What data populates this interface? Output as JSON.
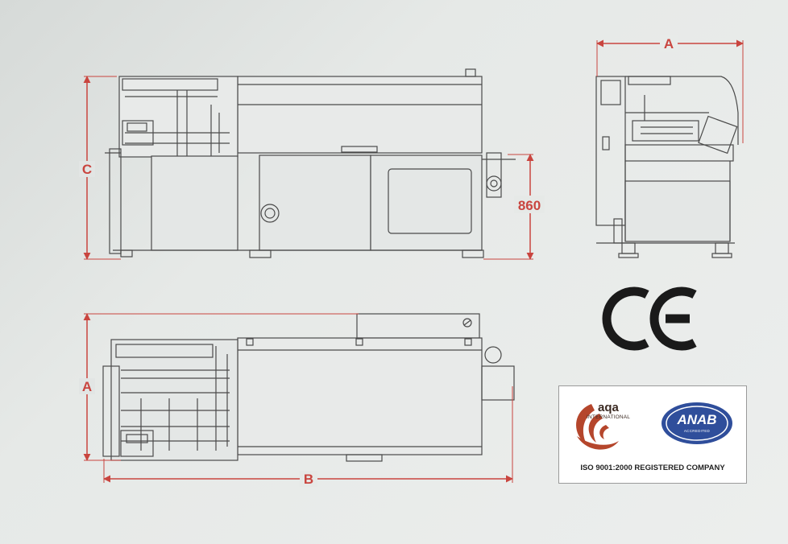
{
  "dimensions": {
    "front_height_label": "C",
    "front_side_height_value": "860",
    "side_width_label": "A",
    "top_width_label": "A",
    "top_length_label": "B"
  },
  "certification": {
    "aqa_name": "aqa",
    "aqa_sub": "INTERNATIONAL",
    "anab_name": "ANAB",
    "anab_sub": "ACCREDITED",
    "caption": "ISO 9001:2000 REGISTERED COMPANY"
  },
  "colors": {
    "dimension": "#c9453f",
    "line": "#4a4a4a",
    "aqa_brand": "#b5462c",
    "anab_brand": "#2f4e9b"
  }
}
